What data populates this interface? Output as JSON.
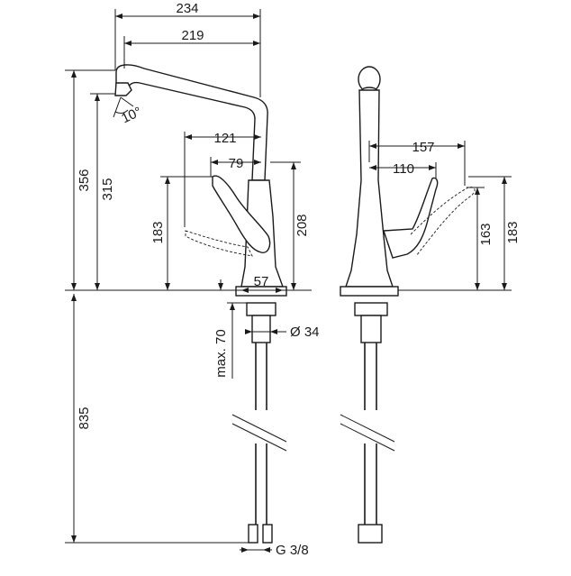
{
  "dimensions": {
    "width_234": "234",
    "width_219": "219",
    "height_356": "356",
    "height_315": "315",
    "angle_10": "10°",
    "lever_121": "121",
    "lever_79": "79",
    "height_183_left": "183",
    "height_208": "208",
    "base_57": "57",
    "max_70": "max. 70",
    "dia_34": "Ø 34",
    "hose_835": "835",
    "thread": "G 3/8",
    "side_157": "157",
    "side_110": "110",
    "side_163": "163",
    "side_183": "183"
  },
  "colors": {
    "line": "#1a1a1a",
    "background": "#ffffff"
  }
}
